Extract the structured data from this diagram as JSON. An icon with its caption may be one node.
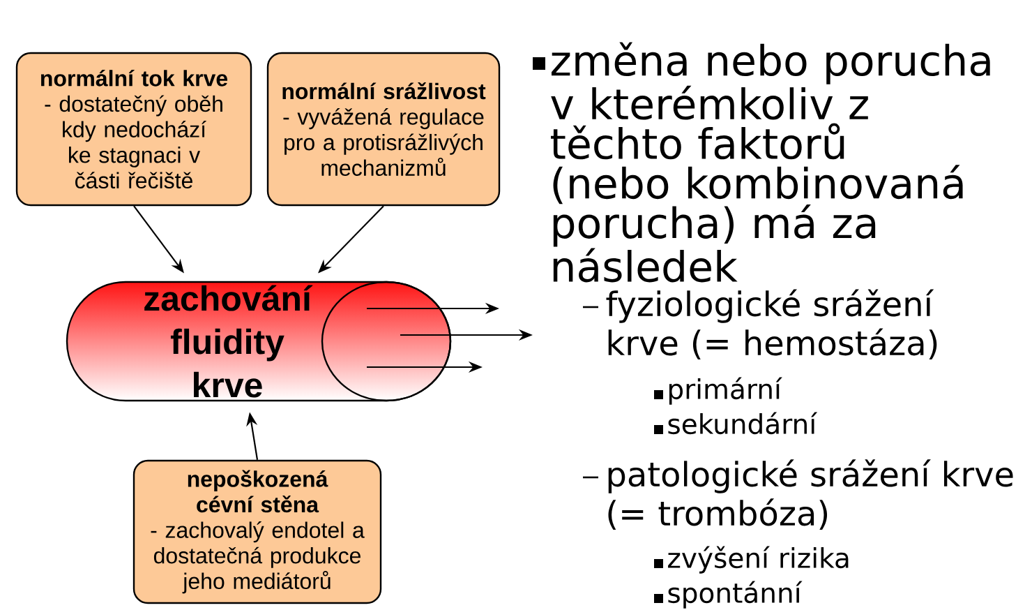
{
  "diagram": {
    "nodes": [
      {
        "text": [
          "normální tok krve",
          "- dostatečný oběh kdy nedochází ke stagnaci v části řečiště"
        ]
      },
      {
        "text": [
          "normální srážlivost",
          "- vyvážená regulace pro a protisrážlivých mechanizmů"
        ]
      },
      {
        "text": [
          "zachování fluidity krve"
        ]
      },
      {
        "text": [
          "nepoškozená cévní stěna",
          "- zachovalý endotel a dostatečná produkce jeho mediátorů"
        ]
      }
    ],
    "edges": [
      {
        "from": 0,
        "to": 2,
        "arrow": "to"
      },
      {
        "from": 1,
        "to": 2,
        "arrow": "to"
      },
      {
        "from": 3,
        "to": 2,
        "arrow": "to"
      },
      {
        "from": 2,
        "to": null,
        "arrow": "to"
      },
      {
        "from": 2,
        "to": null,
        "arrow": "to"
      },
      {
        "from": 2,
        "to": null,
        "arrow": "to"
      }
    ],
    "labels": [
      "změna nebo porucha v kterémkoliv z těchto faktorů (nebo kombinovaná porucha) má za následek",
      "fyziologické srážení krve (= hemostáza)",
      "primární",
      "sekundární",
      "patologické srážení krve (= trombóza)",
      "zvýšení rizika",
      "spontánní"
    ]
  }
}
